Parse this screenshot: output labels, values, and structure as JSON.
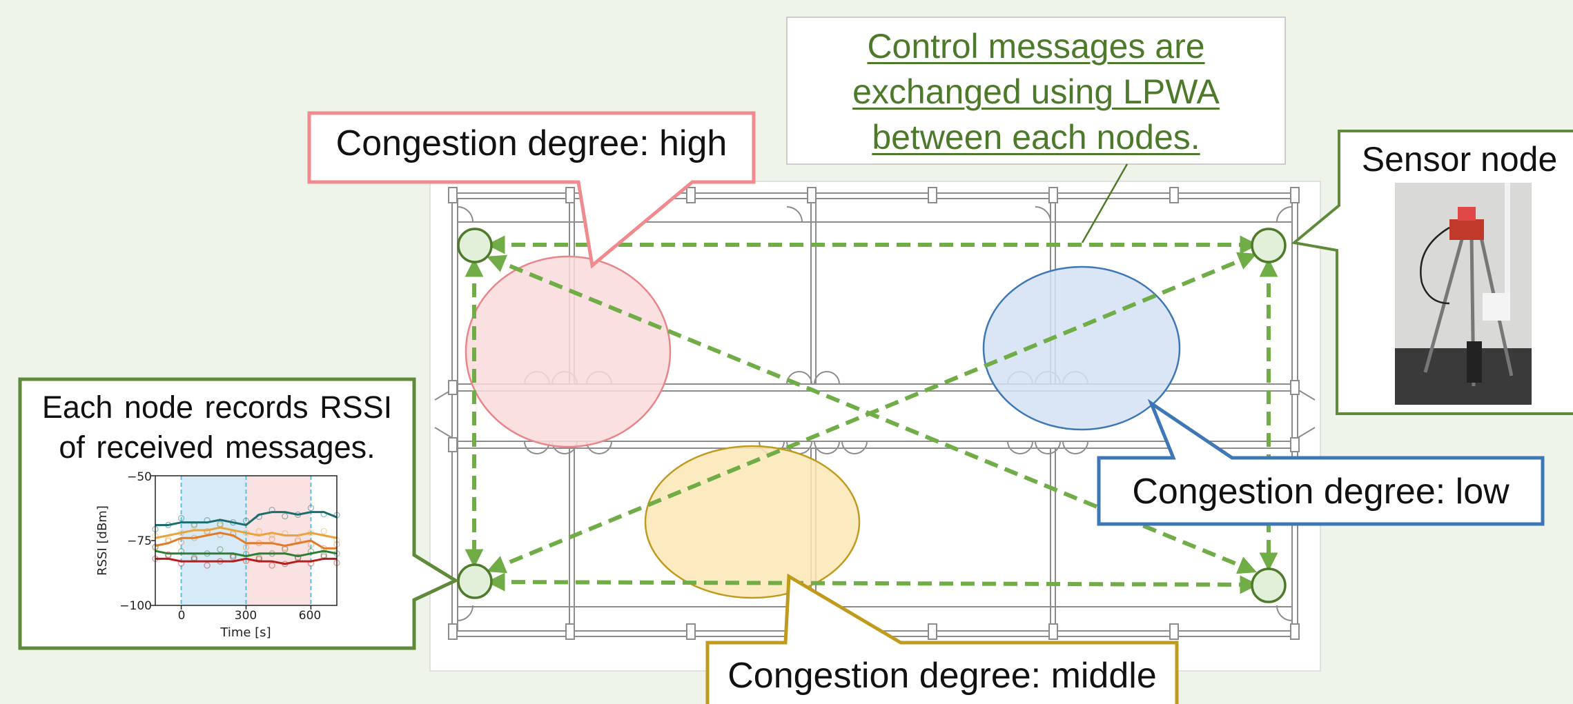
{
  "callouts": {
    "high": "Congestion degree: high",
    "middle": "Congestion degree: middle",
    "low": "Congestion degree: low",
    "control_lines": [
      "Control messages are",
      "exchanged using LPWA",
      "between each nodes."
    ],
    "sensor_node": "Sensor node",
    "rssi_lines": [
      "Each node records RSSI",
      "of received messages."
    ]
  },
  "chart_data": {
    "type": "line",
    "xlabel": "Time [s]",
    "ylabel": "RSSI [dBm]",
    "x_ticks": [
      "0",
      "300",
      "600"
    ],
    "y_ticks": [
      "−50",
      "−75",
      "−100"
    ],
    "xlim": [
      -120,
      720
    ],
    "ylim": [
      -100,
      -50
    ],
    "vertical_markers": [
      0,
      300,
      600
    ],
    "shaded_regions": [
      {
        "from": 0,
        "to": 300,
        "color": "#d6ebf7"
      },
      {
        "from": 300,
        "to": 600,
        "color": "#fbe2e2"
      }
    ],
    "x": [
      -120,
      -60,
      0,
      60,
      120,
      180,
      240,
      300,
      360,
      420,
      480,
      540,
      600,
      660,
      720
    ],
    "series": [
      {
        "color": "#1b6d6d",
        "values": [
          -69,
          -69,
          -68,
          -68,
          -68,
          -67,
          -68,
          -69,
          -65,
          -64,
          -64,
          -65,
          -64,
          -64,
          -66
        ]
      },
      {
        "color": "#e8a33d",
        "values": [
          -74,
          -73,
          -72,
          -71,
          -71,
          -70,
          -71,
          -72,
          -73,
          -72,
          -73,
          -73,
          -72,
          -73,
          -74
        ]
      },
      {
        "color": "#e07b2a",
        "values": [
          -77,
          -76,
          -74,
          -74,
          -73,
          -72,
          -73,
          -76,
          -76,
          -76,
          -77,
          -76,
          -75,
          -78,
          -78
        ]
      },
      {
        "color": "#2e7d32",
        "values": [
          -79,
          -80,
          -80,
          -80,
          -80,
          -80,
          -80,
          -81,
          -80,
          -80,
          -80,
          -81,
          -80,
          -79,
          -80
        ]
      },
      {
        "color": "#b71c1c",
        "values": [
          -82,
          -82,
          -83,
          -83,
          -83,
          -83,
          -83,
          -82,
          -83,
          -83,
          -84,
          -83,
          -83,
          -82,
          -82
        ]
      }
    ]
  }
}
